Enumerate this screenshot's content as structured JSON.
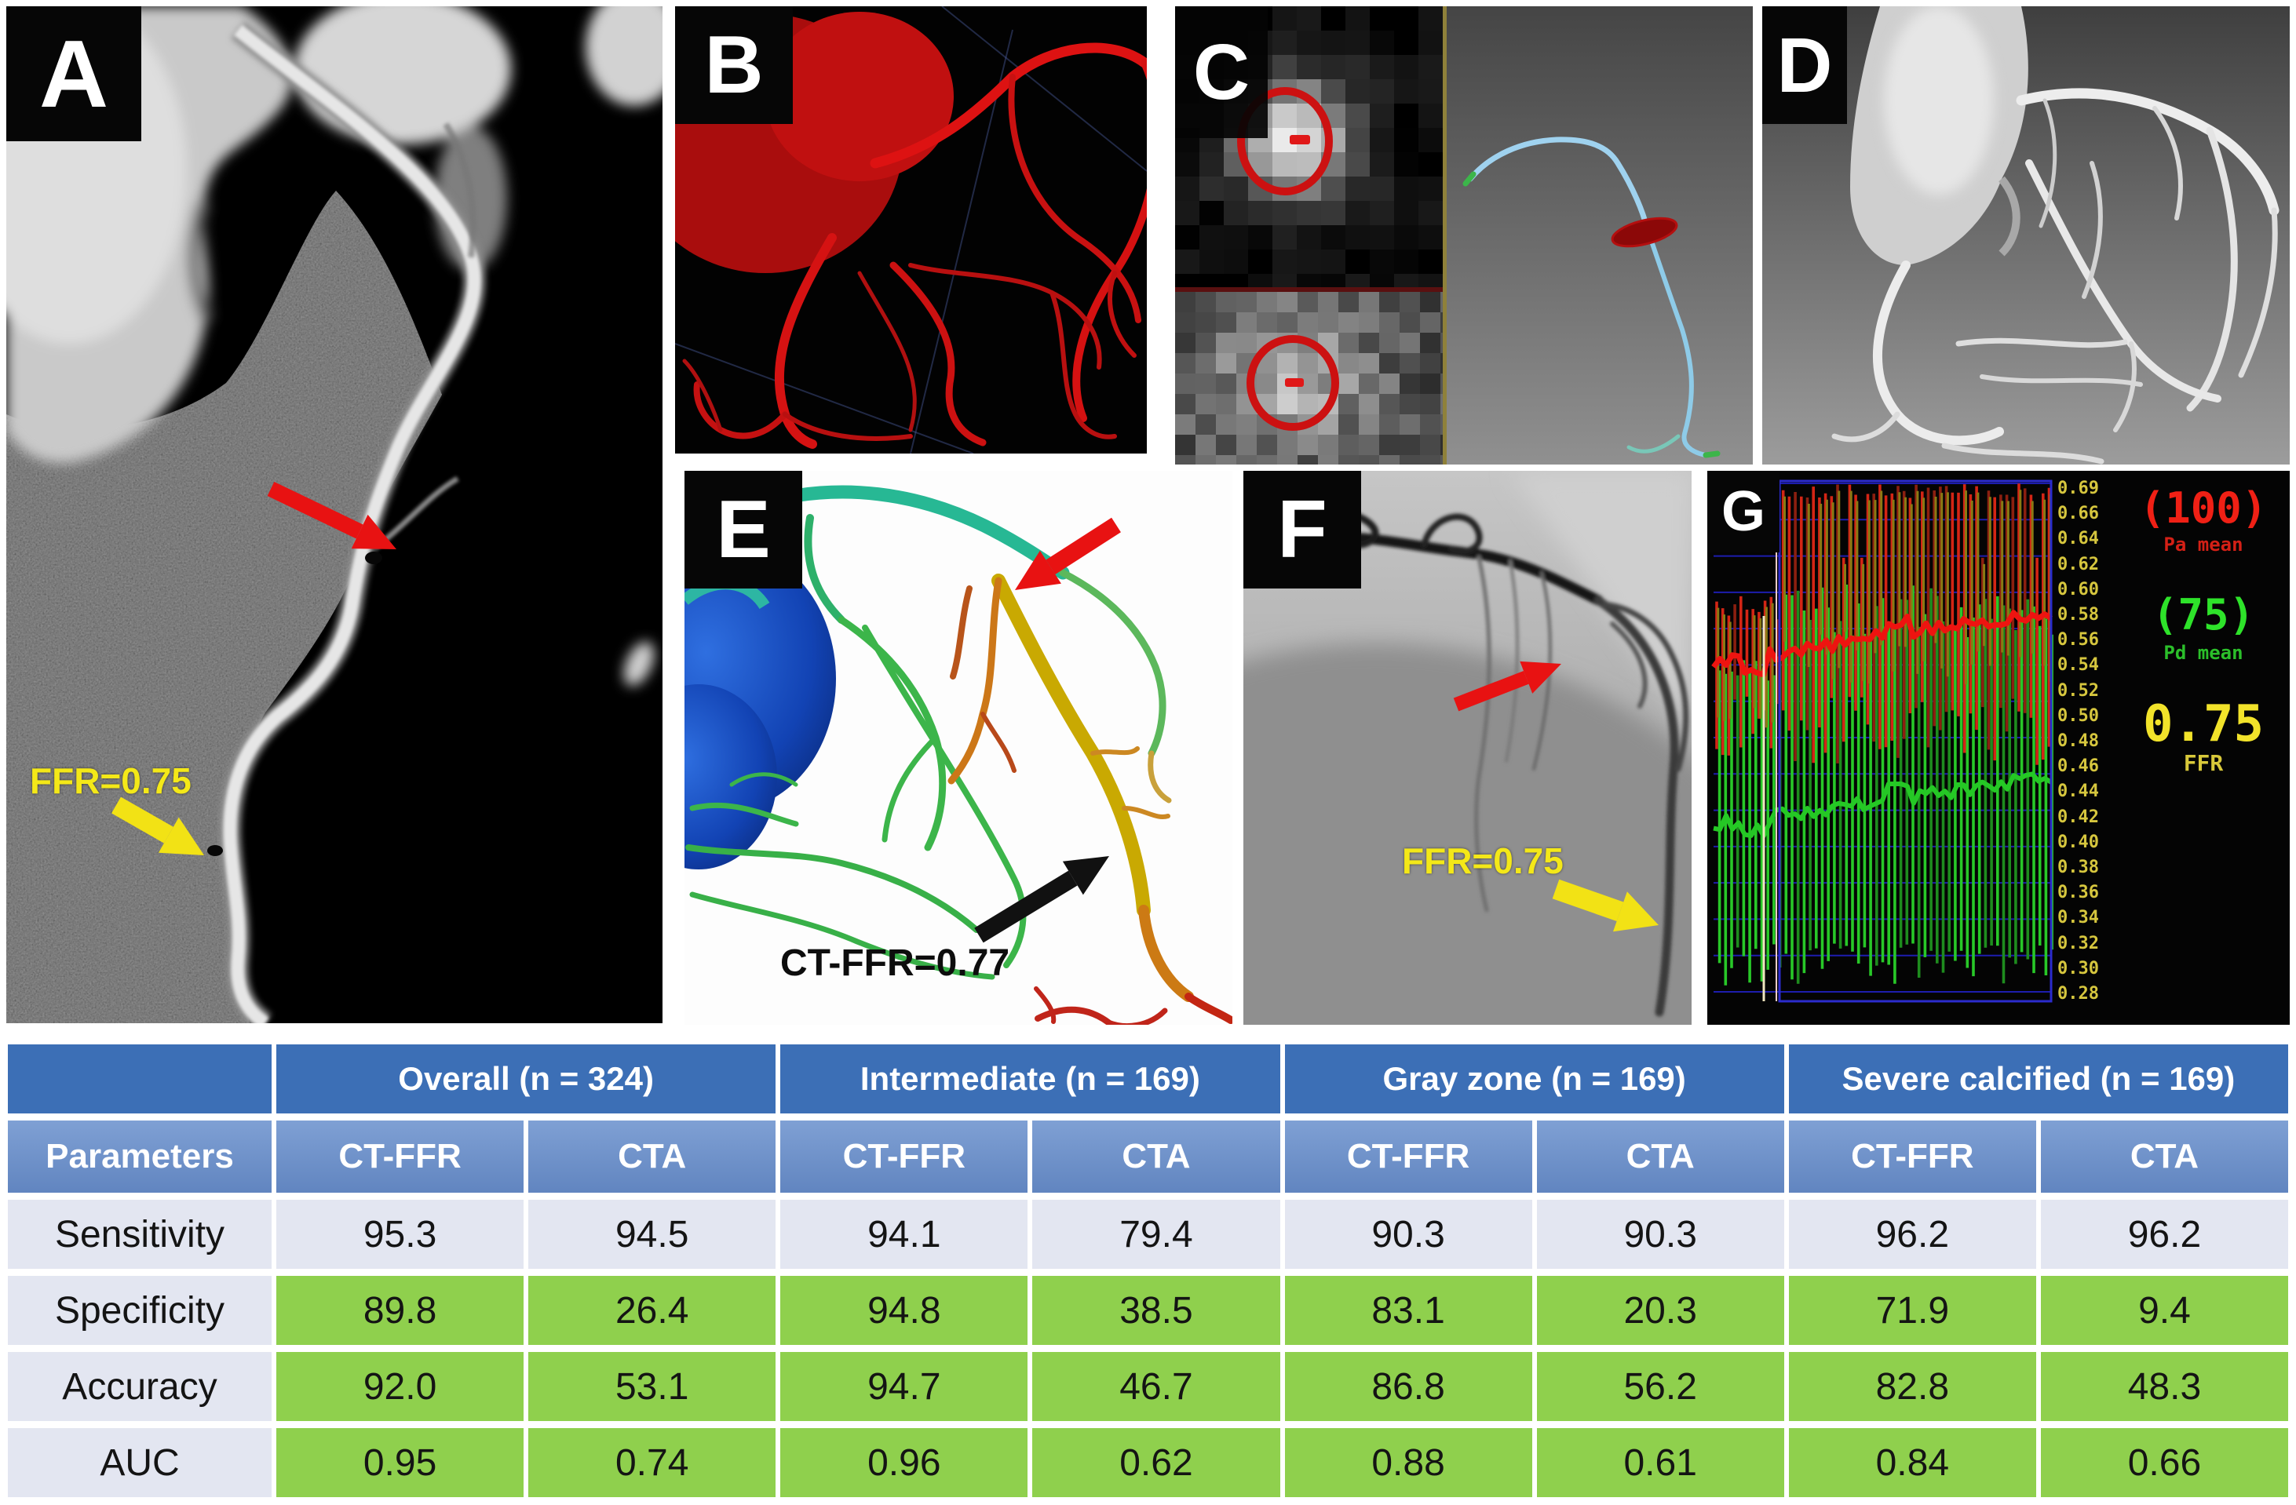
{
  "figure": {
    "type": "multi-panel medical figure: coronary CT-FFR versus invasive FFR with diagnostic performance table"
  },
  "panels": {
    "a": {
      "label": "A",
      "description": "curved multiplanar CT reconstruction of coronary artery",
      "annotation": "FFR=0.75",
      "annotation_color": "#f4e818",
      "arrows": [
        "red-arrow",
        "yellow-arrow"
      ]
    },
    "b": {
      "label": "B",
      "description": "3D red coronary artery tree volume rendering"
    },
    "c": {
      "label": "C",
      "description": "vessel cross-sections with lumen contours and extracted centerline"
    },
    "d": {
      "label": "D",
      "description": "3D white coronary artery tree surface model"
    },
    "e": {
      "label": "E",
      "description": "computed CT-FFR color map of coronary tree",
      "annotation": "CT-FFR=0.77",
      "annotation_color": "#0d0d0d",
      "arrows": [
        "red-arrow",
        "black-arrow"
      ]
    },
    "f": {
      "label": "F",
      "description": "invasive coronary angiogram",
      "annotation": "FFR=0.75",
      "annotation_color": "#f4e818",
      "arrows": [
        "red-arrow",
        "yellow-arrow"
      ]
    },
    "g": {
      "label": "G",
      "description": "invasive pressure tracing Pa/Pd with FFR",
      "pa_value": "(100)",
      "pa_label": "Pa mean",
      "pd_value": "(75)",
      "pd_label": "Pd mean",
      "ffr_value": "0.75",
      "ffr_label": "FFR",
      "y_axis_labels": [
        "0.69",
        "0.66",
        "0.64",
        "0.62",
        "0.60",
        "0.58",
        "0.56",
        "0.54",
        "0.52",
        "0.50",
        "0.48",
        "0.46",
        "0.44",
        "0.42",
        "0.40",
        "0.38",
        "0.36",
        "0.34",
        "0.32",
        "0.30",
        "0.28"
      ],
      "colors": {
        "pa": "#f02015",
        "pd": "#2ee32a",
        "ffr": "#f2e32a",
        "grid": "#2222cc",
        "axis_text": "#d6c63e"
      }
    }
  },
  "table": {
    "group_headers": [
      {
        "label": "",
        "span": 1
      },
      {
        "label": "Overall (n = 324)",
        "span": 2
      },
      {
        "label": "Intermediate (n = 169)",
        "span": 2
      },
      {
        "label": "Gray zone (n = 169)",
        "span": 2
      },
      {
        "label": "Severe calcified (n = 169)",
        "span": 2
      }
    ],
    "sub_headers": [
      "Parameters",
      "CT-FFR",
      "CTA",
      "CT-FFR",
      "CTA",
      "CT-FFR",
      "CTA",
      "CT-FFR",
      "CTA"
    ],
    "rows": [
      {
        "parameter": "Sensitivity",
        "values": [
          "95.3",
          "94.5",
          "94.1",
          "79.4",
          "90.3",
          "90.3",
          "96.2",
          "96.2"
        ],
        "value_bg": "lav"
      },
      {
        "parameter": "Specificity",
        "values": [
          "89.8",
          "26.4",
          "94.8",
          "38.5",
          "83.1",
          "20.3",
          "71.9",
          "9.4"
        ],
        "value_bg": "grn"
      },
      {
        "parameter": "Accuracy",
        "values": [
          "92.0",
          "53.1",
          "94.7",
          "46.7",
          "86.8",
          "56.2",
          "82.8",
          "48.3"
        ],
        "value_bg": "grn"
      },
      {
        "parameter": "AUC",
        "values": [
          "0.95",
          "0.74",
          "0.96",
          "0.62",
          "0.88",
          "0.61",
          "0.84",
          "0.66"
        ],
        "value_bg": "grn"
      }
    ],
    "colors": {
      "group_header_bg": "#3c6fb6",
      "sub_header_bg": "#6d92c9",
      "row_label_bg": "#e3e6f1",
      "highlight_green": "#8fd04d",
      "header_text": "#ffffff",
      "data_text": "#141414"
    }
  }
}
